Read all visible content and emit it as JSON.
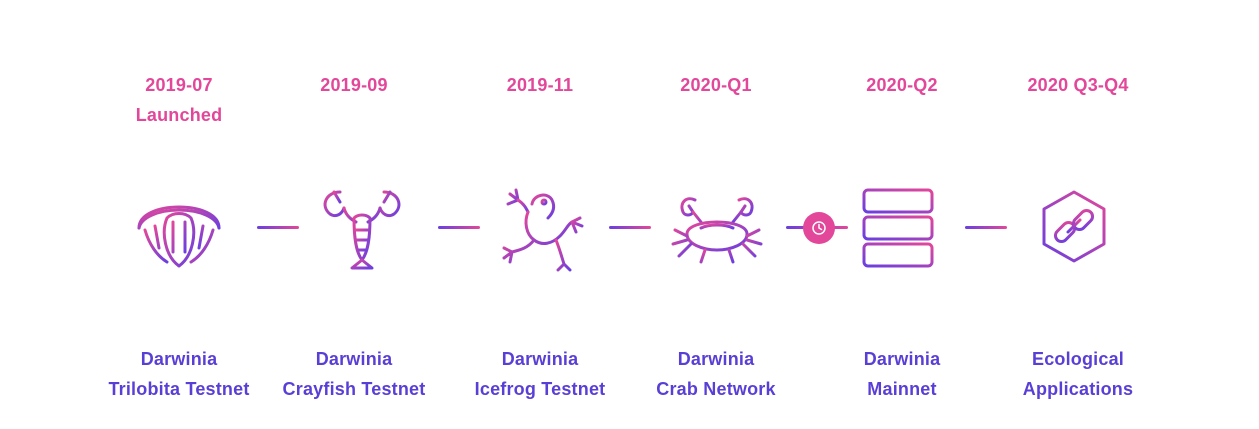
{
  "milestones": [
    {
      "date": "2019-07",
      "status": "Launched",
      "name_line1": "Darwinia",
      "name_line2": "Trilobita Testnet",
      "icon": "trilobite-icon"
    },
    {
      "date": "2019-09",
      "status": "",
      "name_line1": "Darwinia",
      "name_line2": "Crayfish Testnet",
      "icon": "crayfish-icon"
    },
    {
      "date": "2019-11",
      "status": "",
      "name_line1": "Darwinia",
      "name_line2": "Icefrog Testnet",
      "icon": "frog-icon"
    },
    {
      "date": "2020-Q1",
      "status": "",
      "name_line1": "Darwinia",
      "name_line2": "Crab Network",
      "icon": "crab-icon"
    },
    {
      "date": "2020-Q2",
      "status": "",
      "name_line1": "Darwinia",
      "name_line2": "Mainnet",
      "icon": "server-stack-icon"
    },
    {
      "date": "2020 Q3-Q4",
      "status": "",
      "name_line1": "Ecological",
      "name_line2": "Applications",
      "icon": "link-hexagon-icon"
    }
  ],
  "colors": {
    "date": "#e2479a",
    "name": "#5a3fd6",
    "gradient_start": "#6a3fe0",
    "gradient_end": "#e2479a",
    "current_marker": "#e2479a"
  },
  "current_marker_icon": "clock-icon"
}
